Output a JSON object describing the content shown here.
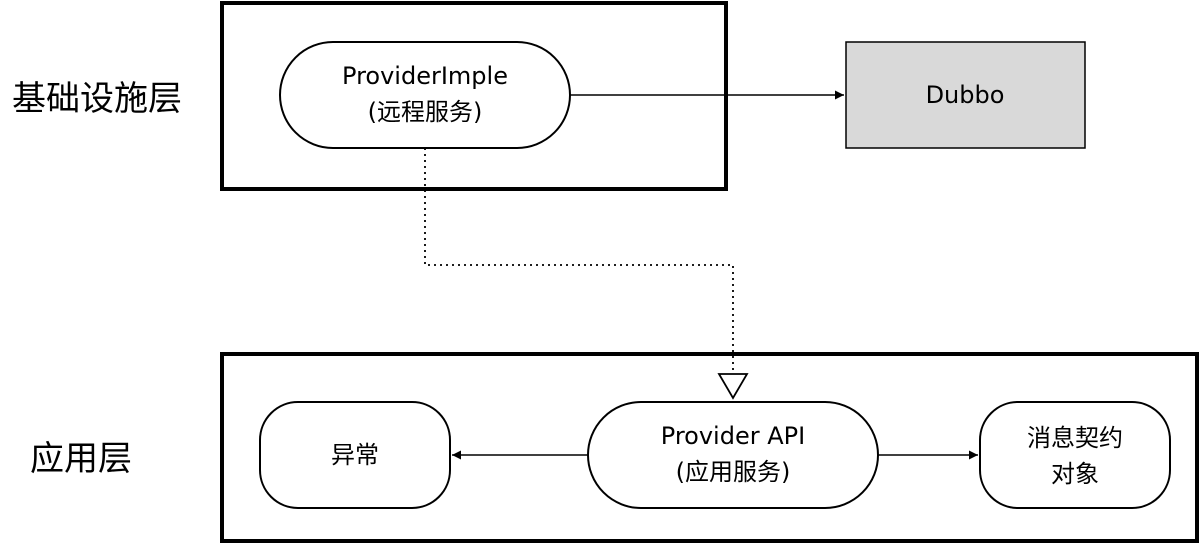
{
  "layers": {
    "infrastructure": {
      "label": "基础设施层"
    },
    "application": {
      "label": "应用层"
    }
  },
  "nodes": {
    "provider_impl": {
      "line1": "ProviderImple",
      "line2": "(远程服务)"
    },
    "dubbo": {
      "label": "Dubbo"
    },
    "exception": {
      "label": "异常"
    },
    "provider_api": {
      "line1": "Provider API",
      "line2": "(应用服务)"
    },
    "message_contract": {
      "line1": "消息契约",
      "line2": "对象"
    }
  },
  "colors": {
    "stroke": "#000000",
    "dubbo_fill": "#d9d9d9",
    "node_fill": "#ffffff"
  }
}
